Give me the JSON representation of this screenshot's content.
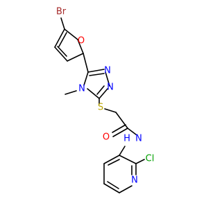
{
  "atoms": {
    "br": {
      "label": "Br",
      "color": "#a52a2a"
    },
    "o_furan": {
      "label": "O",
      "color": "#ff0000"
    },
    "n_triazole_1": {
      "label": "N",
      "color": "#0000ff"
    },
    "n_triazole_2": {
      "label": "N",
      "color": "#0000ff"
    },
    "n_triazole_methyl": {
      "label": "N",
      "color": "#0000ff"
    },
    "s_thioether": {
      "label": "S",
      "color": "#b8a200"
    },
    "o_carbonyl": {
      "label": "O",
      "color": "#ff0000"
    },
    "n_amide": {
      "label": "N",
      "color": "#0000ff"
    },
    "h_amide": {
      "label": "H",
      "color": "#0000ff"
    },
    "cl": {
      "label": "Cl",
      "color": "#00a000"
    },
    "n_pyridine": {
      "label": "N",
      "color": "#0000ff"
    }
  }
}
